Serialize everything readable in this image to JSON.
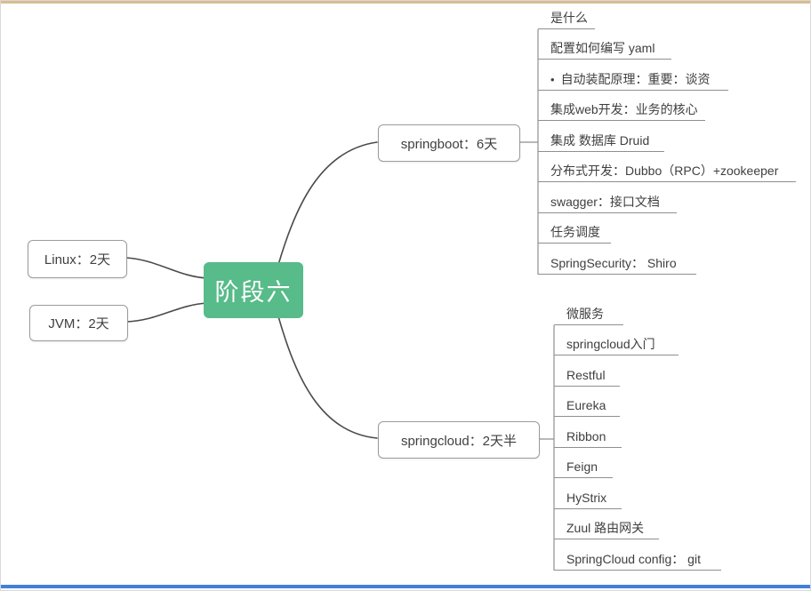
{
  "canvas": {
    "top_strip_color": "#d8bd93",
    "bottom_strip_color": "#4180d8",
    "background": "#ffffff"
  },
  "central": {
    "label": "阶段六",
    "color": "#57bb8a",
    "text_color": "#ffffff"
  },
  "left_topics": [
    {
      "label": "Linux：2天"
    },
    {
      "label": "JVM：2天"
    }
  ],
  "branches": [
    {
      "label": "springboot：6天",
      "children": [
        {
          "label": "是什么"
        },
        {
          "label": "配置如何编写 yaml"
        },
        {
          "bullet": "•",
          "label": "自动装配原理：重要：谈资"
        },
        {
          "label": "集成web开发：业务的核心"
        },
        {
          "label": "集成 数据库 Druid"
        },
        {
          "label": "分布式开发：Dubbo（RPC）+zookeeper"
        },
        {
          "label": "swagger：接口文档"
        },
        {
          "label": "任务调度"
        },
        {
          "label": "SpringSecurity： Shiro"
        }
      ]
    },
    {
      "label": "springcloud：2天半",
      "children": [
        {
          "label": "微服务"
        },
        {
          "label": "springcloud入门"
        },
        {
          "label": "Restful"
        },
        {
          "label": "Eureka"
        },
        {
          "label": "Ribbon"
        },
        {
          "label": "Feign"
        },
        {
          "label": "HyStrix"
        },
        {
          "label": "Zuul 路由网关"
        },
        {
          "label": "SpringCloud config： git"
        }
      ]
    }
  ],
  "line_colors": {
    "branch_curve": "#4a4a4a",
    "child_line": "#8f8f8f"
  }
}
